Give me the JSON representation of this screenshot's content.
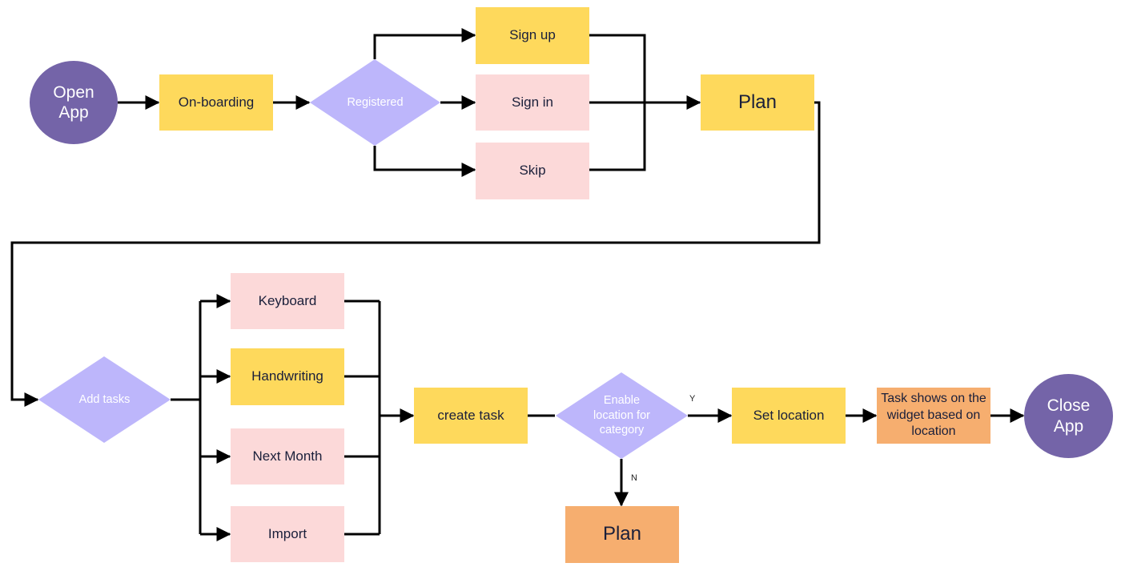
{
  "colors": {
    "yellow": "#fed95c",
    "pink": "#fcd9d9",
    "orange": "#f6ae6f",
    "purple_circle": "#7464a8",
    "lavender_diamond": "#bdb6fb",
    "line": "#000000"
  },
  "nodes": {
    "open_app": "Open App",
    "onboarding": "On-boarding",
    "registered": "Registered",
    "sign_up": "Sign up",
    "sign_in": "Sign in",
    "skip": "Skip",
    "plan_top": "Plan",
    "add_tasks": "Add tasks",
    "keyboard": "Keyboard",
    "handwriting": "Handwriting",
    "next_month": "Next Month",
    "import": "Import",
    "create_task": "create task",
    "enable_location": "Enable location for category",
    "set_location": "Set location",
    "task_shows": "Task shows on the widget based on location",
    "close_app": "Close App",
    "plan_bottom": "Plan"
  },
  "edge_labels": {
    "yes": "Y",
    "no": "N"
  }
}
